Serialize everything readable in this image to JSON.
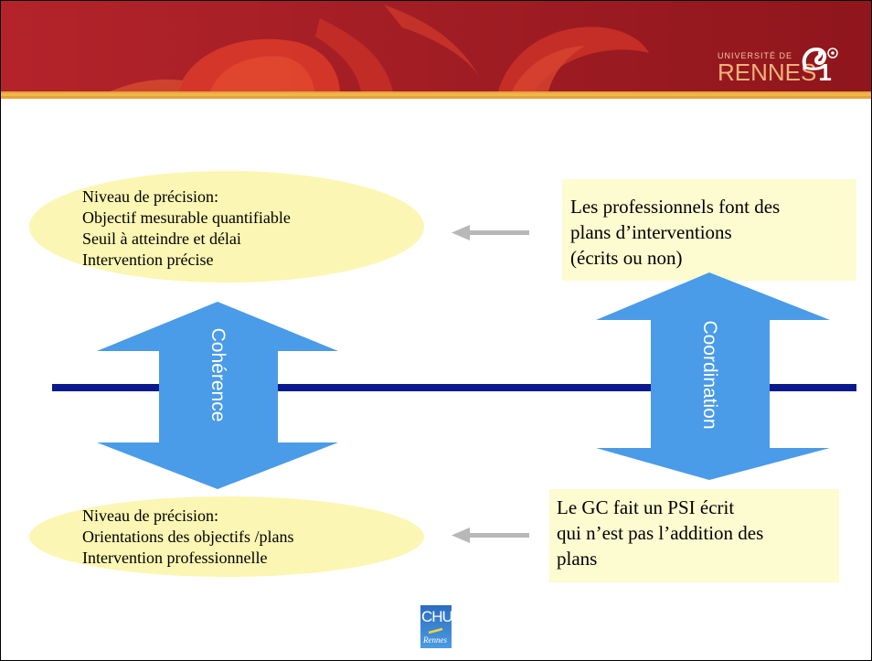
{
  "header": {
    "logo_small": "UNIVERSITÉ DE",
    "logo_big": "RENNES",
    "logo_digit": "1"
  },
  "top_ellipse": {
    "lines": [
      "Niveau de précision:",
      "Objectif mesurable quantifiable",
      "Seuil à atteindre et délai",
      "Intervention précise"
    ]
  },
  "bottom_ellipse": {
    "lines": [
      "Niveau de précision:",
      "Orientations des objectifs /plans",
      "Intervention professionnelle"
    ]
  },
  "top_box": {
    "lines": [
      "Les professionnels font des",
      "plans d’interventions",
      "(écrits ou non)"
    ]
  },
  "bottom_box": {
    "lines": [
      "Le GC fait un PSI écrit",
      "qui n’est pas l’addition des",
      "plans"
    ]
  },
  "arrows": {
    "left_label": "Cohérence",
    "right_label": "Coordination"
  },
  "footer_logo": {
    "text": "CHU",
    "sub": "Rennes"
  },
  "colors": {
    "header_red": "#9e1b22",
    "header_stripe": "#e8a23a",
    "ellipse_fill": "#fbf6b3",
    "box_fill": "#fdfbd0",
    "arrow_blue": "#4a9be8",
    "axis_blue": "#0a1a8c",
    "gray_arrow": "#b8b8b8"
  }
}
